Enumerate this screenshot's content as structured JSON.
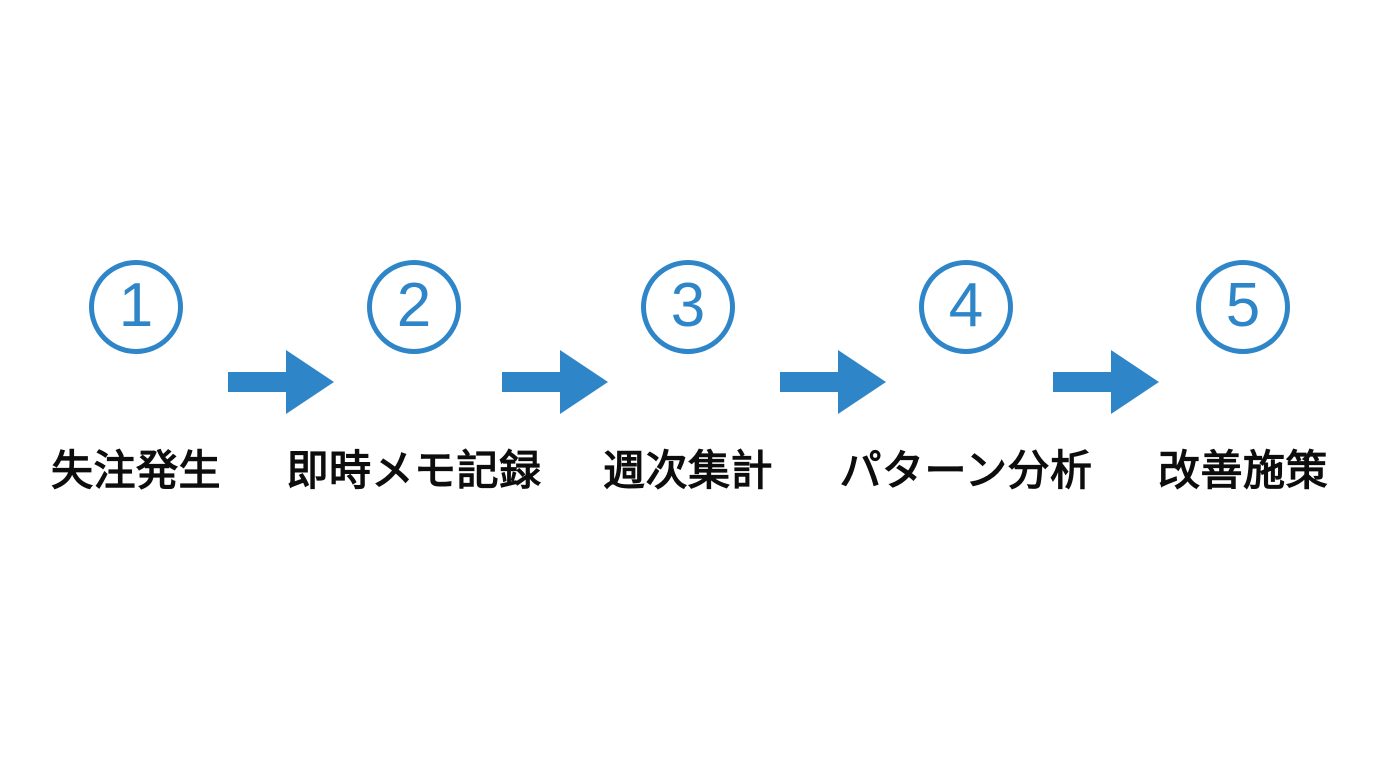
{
  "diagram": {
    "type": "process-flow",
    "orientation": "horizontal",
    "background_color": "#ffffff",
    "accent_color": "#2e86c8",
    "label_color": "#0d0d0d",
    "steps": [
      {
        "number": "①",
        "digit": "1",
        "label": "失注発生"
      },
      {
        "number": "②",
        "digit": "2",
        "label": "即時メモ記録"
      },
      {
        "number": "③",
        "digit": "3",
        "label": "週次集計"
      },
      {
        "number": "④",
        "digit": "4",
        "label": "パターン分析"
      },
      {
        "number": "⑤",
        "digit": "5",
        "label": "改善施策"
      }
    ],
    "connectors": [
      {
        "icon": "arrow-right-icon",
        "from": "1",
        "to": "2"
      },
      {
        "icon": "arrow-right-icon",
        "from": "2",
        "to": "3"
      },
      {
        "icon": "arrow-right-icon",
        "from": "3",
        "to": "4"
      },
      {
        "icon": "arrow-right-icon",
        "from": "4",
        "to": "5"
      }
    ]
  }
}
